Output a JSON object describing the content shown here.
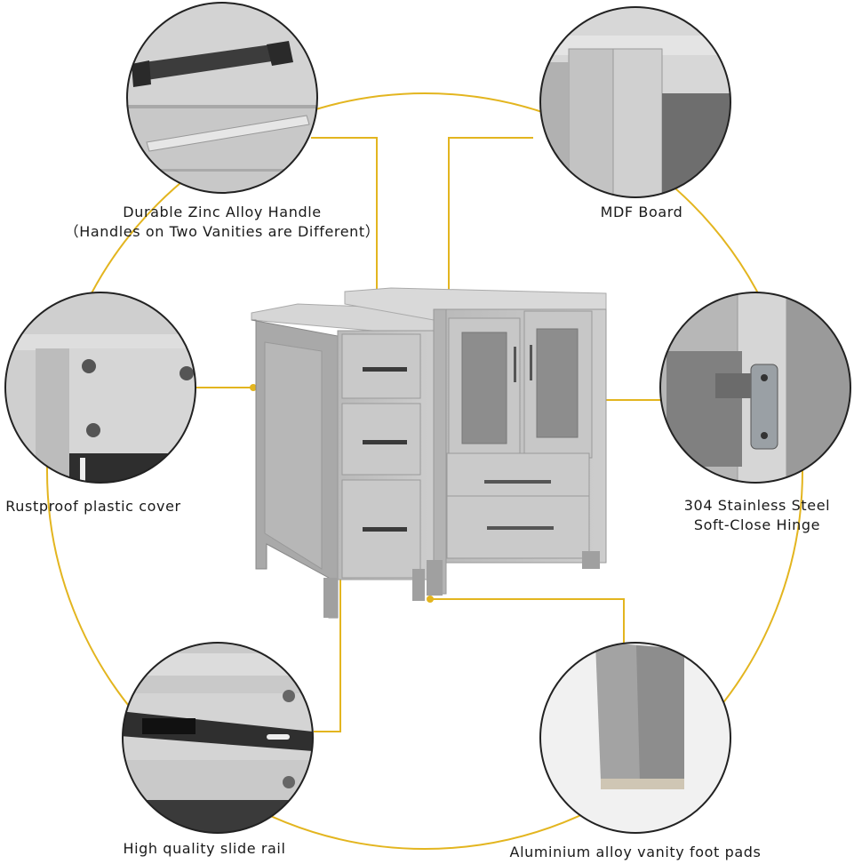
{
  "features": {
    "handle": {
      "line1": "Durable Zinc Alloy Handle",
      "line2": "（Handles on Two Vanities are Different）",
      "icon": "handle-detail-icon"
    },
    "board": {
      "line1": "MDF Board",
      "icon": "board-edge-detail-icon"
    },
    "cover": {
      "line1": "Rustproof plastic cover",
      "icon": "screw-cover-detail-icon"
    },
    "hinge": {
      "line1": "304 Stainless Steel",
      "line2": "Soft-Close Hinge",
      "icon": "hinge-detail-icon"
    },
    "rail": {
      "line1": "High quality slide rail",
      "icon": "slide-rail-detail-icon"
    },
    "foot": {
      "line1": "Aluminium alloy vanity foot pads",
      "icon": "foot-pad-detail-icon"
    }
  },
  "colors": {
    "accent": "#e3b51f",
    "cabinet": "#bdbdbd",
    "cabinet_dark": "#8f8f8f",
    "hardware": "#3a3a3a"
  }
}
